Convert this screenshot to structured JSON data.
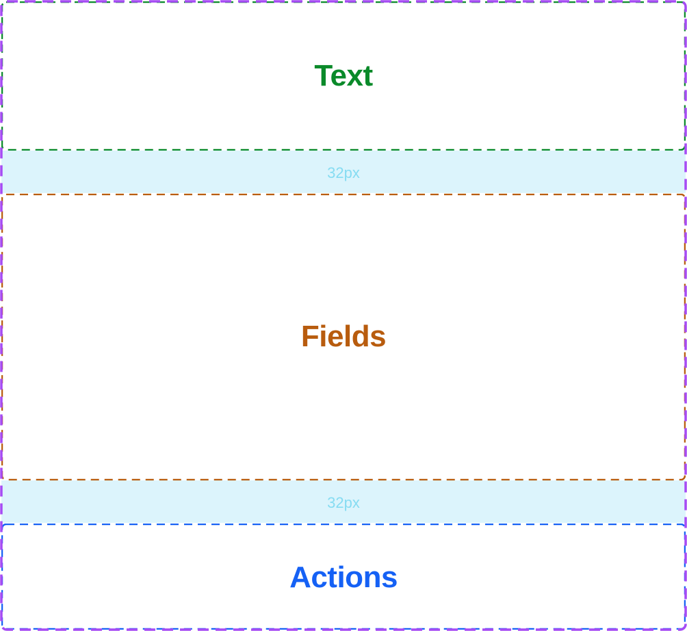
{
  "sections": {
    "text": {
      "label": "Text",
      "color": "#0a8a2a"
    },
    "fields": {
      "label": "Fields",
      "color": "#b85c0e"
    },
    "actions": {
      "label": "Actions",
      "color": "#1561f5"
    }
  },
  "gaps": [
    {
      "label": "32px"
    },
    {
      "label": "32px"
    }
  ],
  "colors": {
    "container_border": "#a64bf4",
    "gap_fill": "#dcf4fc",
    "gap_text": "#86dcf2"
  }
}
